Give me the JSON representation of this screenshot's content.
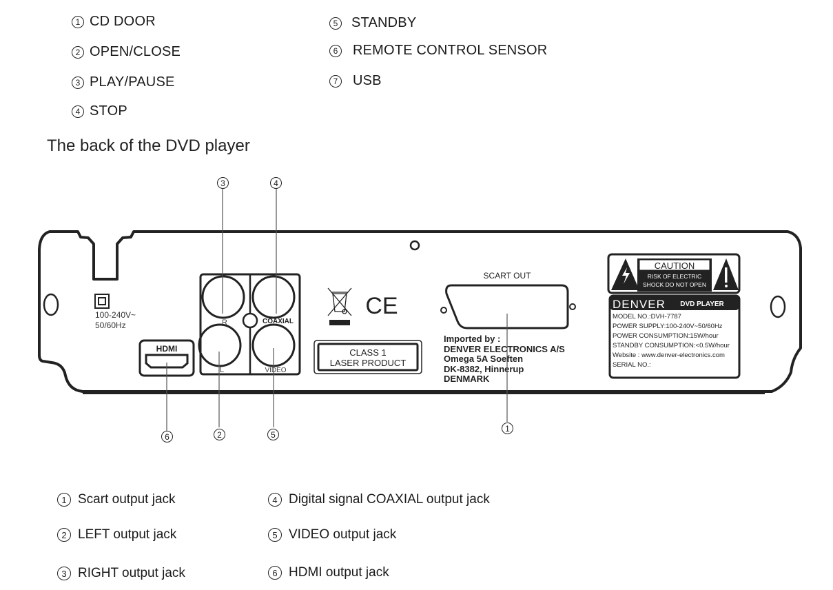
{
  "front_panel_legend": [
    {
      "num": "1",
      "label": "CD DOOR"
    },
    {
      "num": "2",
      "label": "OPEN/CLOSE"
    },
    {
      "num": "3",
      "label": "PLAY/PAUSE"
    },
    {
      "num": "4",
      "label": "STOP"
    },
    {
      "num": "5",
      "label": "STANDBY"
    },
    {
      "num": "6",
      "label": "REMOTE CONTROL SENSOR"
    },
    {
      "num": "7",
      "label": "USB"
    }
  ],
  "section_title": "The back of the DVD player",
  "back_panel": {
    "power_label_line1": "100-240V~",
    "power_label_line2": "50/60Hz",
    "hdmi_label": "HDMI",
    "rca_labels": {
      "r": "R",
      "l": "L",
      "coaxial": "COAXIAL",
      "video": "VIDEO"
    },
    "laser_label_line1": "CLASS 1",
    "laser_label_line2": "LASER PRODUCT",
    "ce_mark": "CE",
    "scart_label": "SCART OUT",
    "importer": {
      "heading": "Imported by :",
      "line1": "DENVER ELECTRONICS A/S",
      "line2": "Omega 5A Soeften",
      "line3": "DK-8382, Hinnerup",
      "line4": "DENMARK"
    },
    "caution": {
      "title": "CAUTION",
      "line1": "RISK OF ELECTRIC",
      "line2": "SHOCK DO NOT OPEN"
    },
    "rating_plate": {
      "brand": "DENVER",
      "product": "DVD PLAYER",
      "lines": [
        "MODEL NO.:DVH-7787",
        "POWER SUPPLY:100-240V~50/60Hz",
        "POWER CONSUMPTION:15W/hour",
        "STANDBY CONSUMPTION:<0.5W/hour",
        "Website : www.denver-electronics.com",
        "SERIAL NO.:"
      ]
    },
    "callouts": {
      "c1": "1",
      "c2": "2",
      "c3": "3",
      "c4": "4",
      "c5": "5",
      "c6": "6"
    }
  },
  "back_panel_legend": [
    {
      "num": "1",
      "label": "Scart output jack"
    },
    {
      "num": "2",
      "label": "LEFT  output jack"
    },
    {
      "num": "3",
      "label": "RIGHT  output jack"
    },
    {
      "num": "4",
      "label": "Digital signal COAXIAL output jack"
    },
    {
      "num": "5",
      "label": "VIDEO output jack"
    },
    {
      "num": "6",
      "label": "HDMI output jack"
    }
  ]
}
